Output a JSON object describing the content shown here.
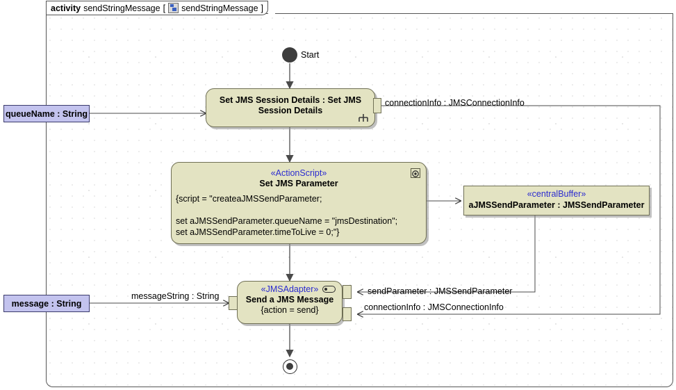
{
  "frame": {
    "keyword": "activity",
    "name": "sendStringMessage",
    "bracket_open": "[",
    "icon": "activity-diagram-icon",
    "diagram_name": "sendStringMessage",
    "bracket_close": "]"
  },
  "colors": {
    "action_fill": "#E3E3C2",
    "action_border": "#6F6F55",
    "param_fill": "#C3C3EE",
    "param_border": "#3A3A6B",
    "stereotype_text": "#2B2BD0",
    "canvas": "#FFFFFF"
  },
  "nodes": {
    "start": {
      "label": "Start",
      "icon": "initial-node-icon"
    },
    "session_details": {
      "name": "Set JMS Session Details : Set JMS Session Details",
      "icon": "rake-icon"
    },
    "set_parameter": {
      "stereotype": "«ActionScript»",
      "name": "Set JMS Parameter",
      "body": "{script = \"createaJMSSendParameter;\n\nset aJMSSendParameter.queueName = \"jmsDestination\";\nset aJMSSendParameter.timeToLive = 0;\"}",
      "icon": "script-icon"
    },
    "central_buffer": {
      "stereotype": "«centralBuffer»",
      "name": "aJMSSendParameter : JMSSendParameter"
    },
    "send_message": {
      "stereotype": "«JMSAdapter»",
      "name": "Send a JMS Message",
      "constraint": "{action = send}",
      "icon": "adapter-icon"
    },
    "end": {
      "icon": "final-node-icon"
    }
  },
  "parameters": {
    "queue_name": "queueName : String",
    "message": "message : String"
  },
  "edge_labels": {
    "connection_info_out": "connectionInfo : JMSConnectionInfo",
    "message_string": "messageString : String",
    "send_parameter_in": "sendParameter : JMSSendParameter",
    "connection_info_in": "connectionInfo : JMSConnectionInfo"
  }
}
